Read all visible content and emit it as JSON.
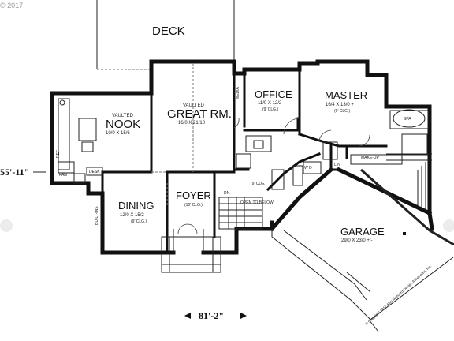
{
  "copyright_top": "© 2017",
  "rooms": {
    "deck": "DECK",
    "nook_vaulted": "VAULTED",
    "nook": "NOOK",
    "nook_dims": "10/0 X 15/6",
    "great_vaulted": "VAULTED",
    "great": "GREAT RM.",
    "great_dims": "16/0 X 21/10",
    "media": "MEDIA",
    "office": "OFFICE",
    "office_dims": "11/0 X 12/2",
    "office_clg": "(9' CLG.)",
    "master": "MASTER",
    "master_dims": "16/4 X 13/0 +",
    "master_clg": "(9' CLG.)",
    "spa": "SPA",
    "makeup": "MAKE-UP",
    "lin": "LIN",
    "wd": "W D",
    "pan": "PAN",
    "desk": "DESK",
    "ref": "REF",
    "dining": "DINING",
    "dining_dims": "12/0 X 15/2",
    "dining_clg": "(9' CLG.)",
    "built_ins": "BUILT-INS",
    "foyer": "FOYER",
    "foyer_clg": "(10' CLG.)",
    "dn": "DN.",
    "open_below": "OPEN TO BELOW",
    "hall_clg": "(9' CLG.)",
    "garage": "GARAGE",
    "garage_dims": "29/0 X 23/0 +/-",
    "garage_copyright": "© Copyright 2017 Alan Mascord Design Associates, Inc."
  },
  "dimensions": {
    "depth": "55'-11\"",
    "width": "81'-2\""
  }
}
